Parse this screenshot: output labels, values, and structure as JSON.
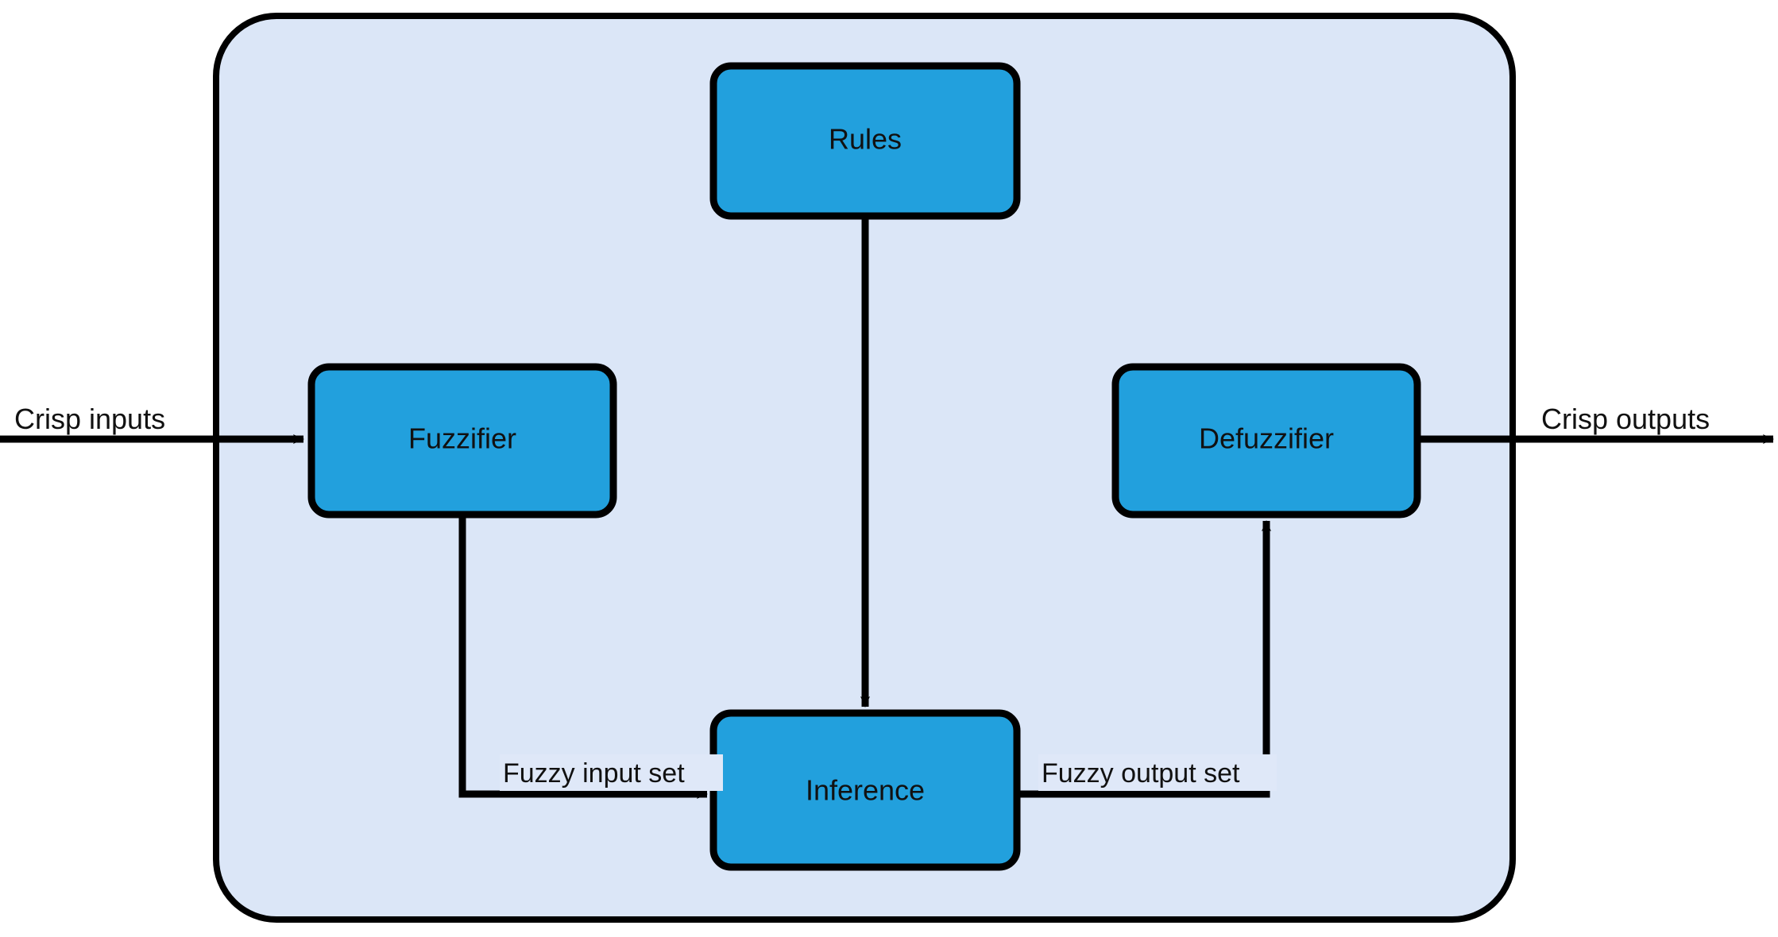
{
  "diagram": {
    "title": "Fuzzy logic system block diagram",
    "type": "block-flow-diagram",
    "colors": {
      "container_fill": "#dbe6f7",
      "node_fill": "#22a0dd",
      "stroke": "#000000",
      "label_bg": "#dfe8f8",
      "text": "#111111",
      "page_bg": "#ffffff"
    },
    "container": {
      "name": "fuzzy-logic-system"
    },
    "nodes": [
      {
        "id": "rules",
        "label": "Rules"
      },
      {
        "id": "fuzzifier",
        "label": "Fuzzifier"
      },
      {
        "id": "inference",
        "label": "Inference"
      },
      {
        "id": "defuzzifier",
        "label": "Defuzzifier"
      }
    ],
    "edge_labels": [
      {
        "id": "fuzzy-input-set",
        "label": "Fuzzy input set"
      },
      {
        "id": "fuzzy-output-set",
        "label": "Fuzzy output set"
      }
    ],
    "external_labels": [
      {
        "id": "crisp-inputs",
        "label": "Crisp inputs"
      },
      {
        "id": "crisp-outputs",
        "label": "Crisp outputs"
      }
    ],
    "edges": [
      {
        "from": "external-input",
        "to": "fuzzifier",
        "label": "Crisp inputs"
      },
      {
        "from": "rules",
        "to": "inference",
        "label": ""
      },
      {
        "from": "fuzzifier",
        "to": "inference",
        "label": "Fuzzy input set"
      },
      {
        "from": "inference",
        "to": "defuzzifier",
        "label": "Fuzzy output set"
      },
      {
        "from": "defuzzifier",
        "to": "external-output",
        "label": "Crisp outputs"
      }
    ]
  }
}
